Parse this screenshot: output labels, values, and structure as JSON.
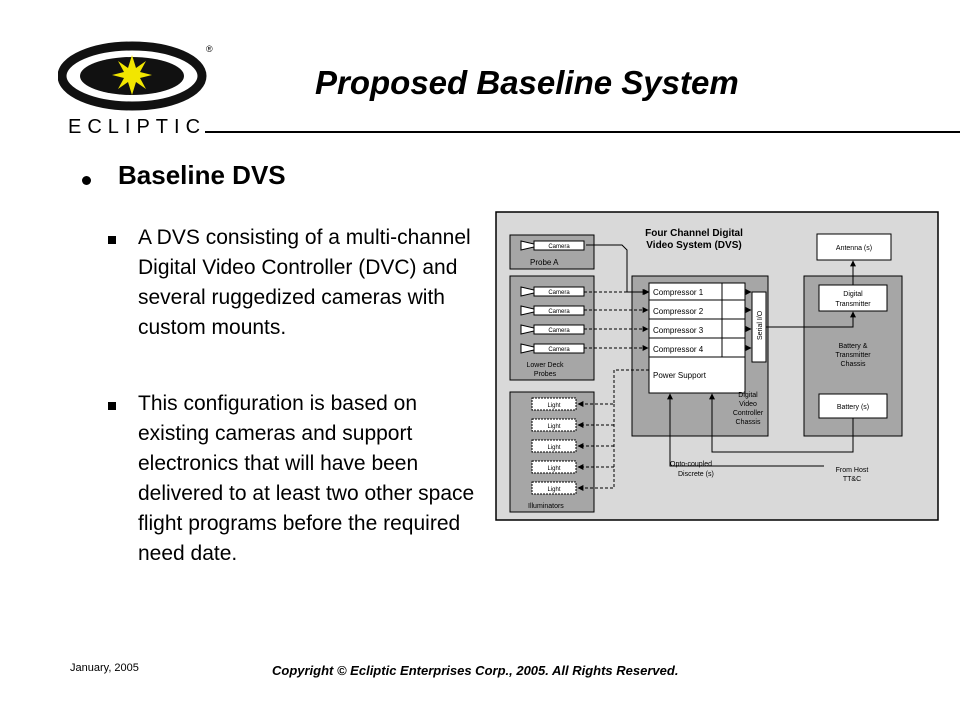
{
  "slide": {
    "title": "Proposed Baseline System",
    "heading": "Baseline DVS",
    "bullets": [
      "A DVS consisting of a multi-channel Digital Video Controller (DVC) and several ruggedized cameras with custom mounts.",
      "This configuration is based on existing cameras and support electronics that will have been delivered to at least two other space flight programs before the required need date."
    ],
    "footer_date": "January, 2005",
    "footer_copyright": "Copyright © Ecliptic Enterprises Corp., 2005. All Rights Reserved."
  },
  "logo": {
    "text": "ECLIPTIC",
    "mark": "®"
  },
  "diagram": {
    "title_line1": "Four Channel Digital",
    "title_line2": "Video System (DVS)",
    "probe_a_label": "Probe A",
    "camera_label": "Camera",
    "lower_deck_line1": "Lower Deck",
    "lower_deck_line2": "Probes",
    "light_label": "Light",
    "illuminators_label": "Illuminators",
    "compressors": [
      "Compressor 1",
      "Compressor 2",
      "Compressor 3",
      "Compressor 4"
    ],
    "power_support": "Power Support",
    "serial_io": "Serial I/O",
    "dvc_line1": "Digital",
    "dvc_line2": "Video",
    "dvc_line3": "Controller",
    "dvc_line4": "Chassis",
    "antenna": "Antenna (s)",
    "transmitter_line1": "Digital",
    "transmitter_line2": "Transmitter",
    "chassis_line1": "Battery &",
    "chassis_line2": "Transmitter",
    "chassis_line3": "Chassis",
    "battery": "Battery (s)",
    "opto_line1": "Opto-coupled",
    "opto_line2": "Discrete (s)",
    "host_line1": "From Host",
    "host_line2": "TT&C"
  }
}
